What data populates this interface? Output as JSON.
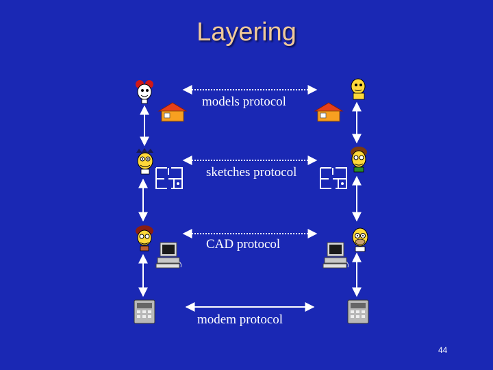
{
  "slide": {
    "title": "Layering",
    "page_number": "44"
  },
  "layers": [
    {
      "label": "models protocol",
      "left_icon": "person-icon",
      "right_icon": "person-icon",
      "artifact_icon": "house-icon"
    },
    {
      "label": "sketches protocol",
      "left_icon": "person-icon",
      "right_icon": "person-icon",
      "artifact_icon": "floorplan-icon"
    },
    {
      "label": "CAD protocol",
      "left_icon": "person-icon",
      "right_icon": "person-icon",
      "artifact_icon": "computer-icon"
    },
    {
      "label": "modem protocol",
      "left_icon": "modem-icon",
      "right_icon": "modem-icon",
      "artifact_icon": ""
    }
  ],
  "colors": {
    "background": "#1a28b4",
    "title": "#f0c99a",
    "arrows": "#ffffff"
  }
}
